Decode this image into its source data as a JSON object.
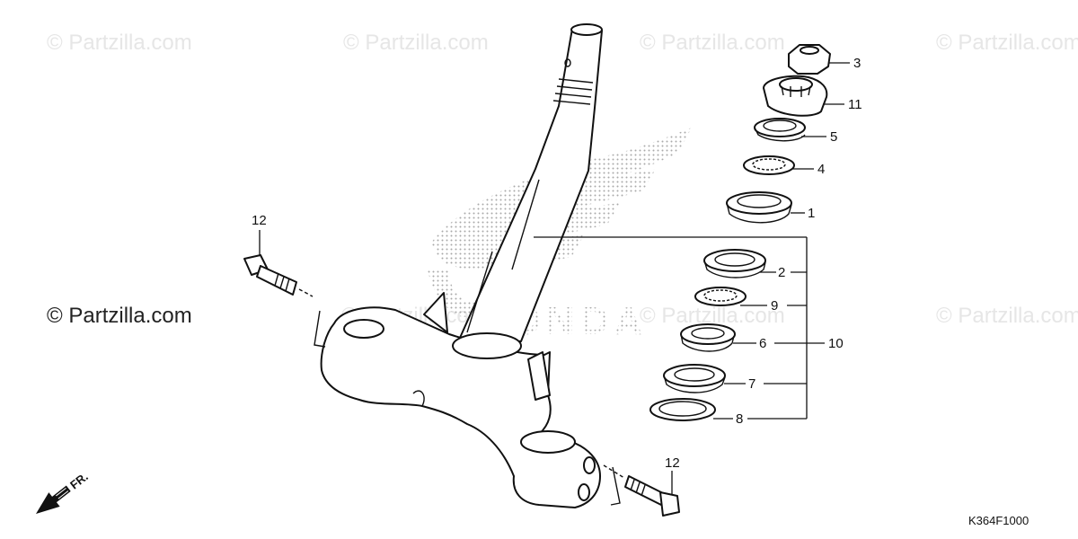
{
  "watermark": {
    "text": "© Partzilla.com"
  },
  "diagram_code": "K364F1000",
  "direction_label": "FR.",
  "part_numbers": {
    "p1": "1",
    "p2": "2",
    "p3": "3",
    "p4": "4",
    "p5": "5",
    "p6": "6",
    "p7": "7",
    "p8": "8",
    "p9": "9",
    "p10": "10",
    "p11": "11",
    "p12a": "12",
    "p12b": "12"
  },
  "colors": {
    "line": "#111111",
    "watermark": "#e6e6e6",
    "logo_dots": "#9a9a9a"
  }
}
